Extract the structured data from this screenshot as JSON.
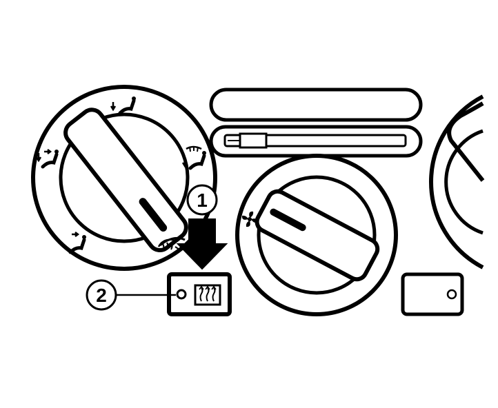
{
  "callouts": [
    {
      "id": "1",
      "label": "1"
    },
    {
      "id": "2",
      "label": "2"
    }
  ],
  "icons": {
    "mode_face": "vent-face-icon",
    "mode_bilevel": "vent-bilevel-icon",
    "mode_foot": "vent-foot-icon",
    "mode_foot_defrost": "vent-foot-defrost-icon",
    "mode_defrost": "windshield-defrost-icon",
    "fan": "fan-icon",
    "rear_defrost": "rear-window-defrost-icon"
  },
  "colors": {
    "ink": "#000000",
    "paper": "#ffffff"
  }
}
